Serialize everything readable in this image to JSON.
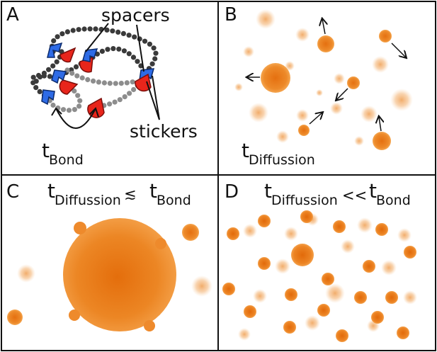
{
  "panels": {
    "a": {
      "letter": "A",
      "spacers_label": "spacers",
      "stickers_label": "stickers",
      "time_symbol": "t",
      "time_subscript": "Bond"
    },
    "b": {
      "letter": "B",
      "time_symbol": "t",
      "time_subscript": "Diffussion"
    },
    "c": {
      "letter": "C",
      "left_symbol": "t",
      "left_subscript": "Diffussion",
      "relation": "≲",
      "right_symbol": "t",
      "right_subscript": "Bond"
    },
    "d": {
      "letter": "D",
      "left_symbol": "t",
      "left_subscript": "Diffussion",
      "relation": "<<",
      "right_symbol": "t",
      "right_subscript": "Bond"
    }
  },
  "colors": {
    "droplet": "#e9770f",
    "droplet_core": "#f3a24a",
    "sticker_red": "#e8251b",
    "sticker_blue": "#2e6be6",
    "bead_dark": "#3a3a3a",
    "bead_light": "#8d8d8d",
    "panel_border": "#111111"
  }
}
